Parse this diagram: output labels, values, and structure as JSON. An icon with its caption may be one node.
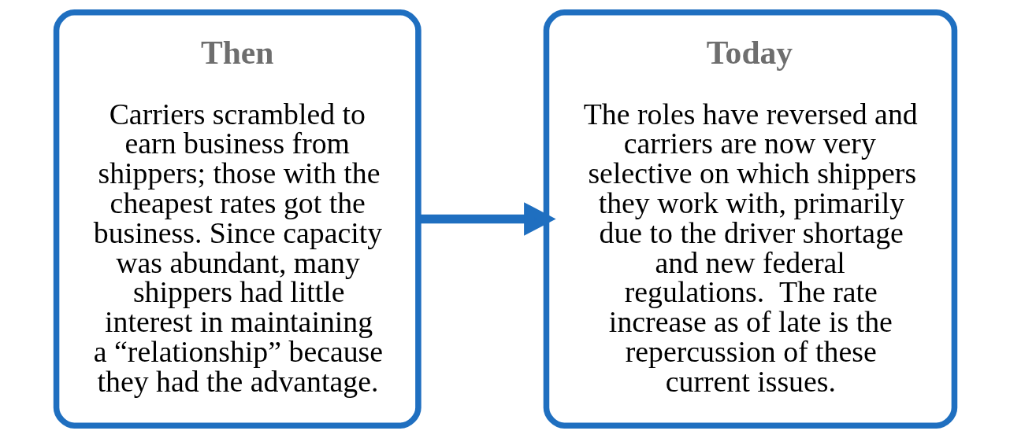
{
  "diagram": {
    "nodes": [
      {
        "text": [
          "Then",
          "Carriers scrambled to earn business from shippers; those with the cheapest rates got the business. Since capacity was abundant, many shippers had little interest in maintaining a “relationship” because they had the advantage."
        ]
      },
      {
        "text": [
          "Today",
          "The roles have reversed and carriers are now very selective on which shippers they work with, primarily due to the driver shortage and new federal regulations.  The rate increase as of late is the repercussion of these current issues."
        ]
      }
    ],
    "edges": [
      {
        "from": 0,
        "to": 1,
        "arrow": "to"
      }
    ]
  }
}
